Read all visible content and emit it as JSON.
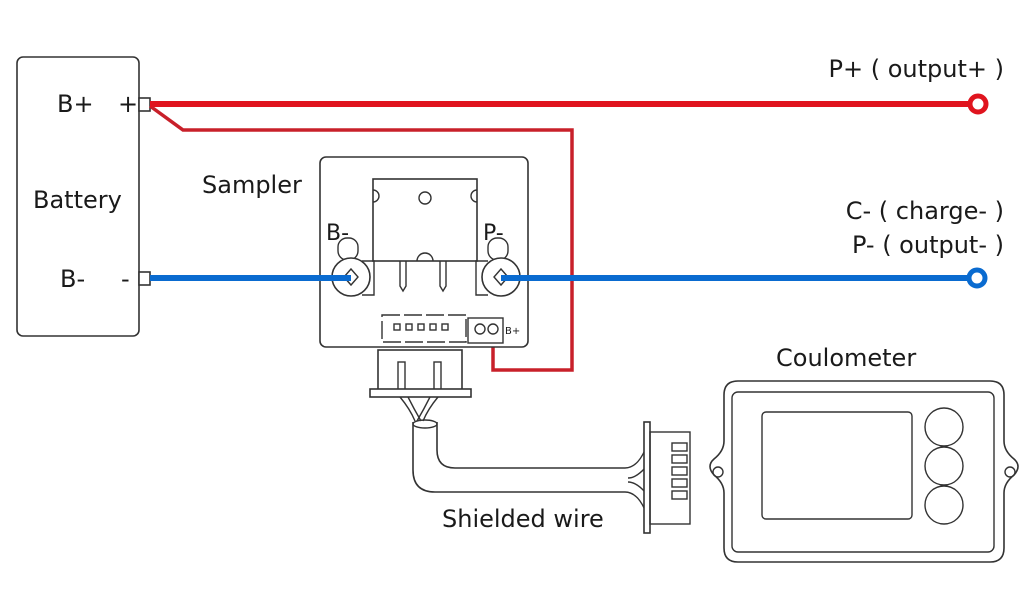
{
  "diagram": {
    "type": "wiring-diagram",
    "colors": {
      "positive_wire": "#e0141e",
      "negative_wire": "#0a6bd0",
      "sense_wire": "#c8202a",
      "outline": "#333333"
    },
    "battery": {
      "label": "Battery",
      "terminal_positive_label": "B+",
      "terminal_positive_sign": "+",
      "terminal_negative_label": "B-",
      "terminal_negative_sign": "-"
    },
    "sampler": {
      "label": "Sampler",
      "terminal_left_label": "B-",
      "terminal_right_label": "P-",
      "sense_pin_label": "B+"
    },
    "outputs": {
      "positive_label": "P+ ( output+ )",
      "charge_negative_label": "C- ( charge- )",
      "output_negative_label": "P- ( output- )"
    },
    "cable": {
      "label": "Shielded wire"
    },
    "coulometer": {
      "label": "Coulometer",
      "button_count": 3
    }
  }
}
